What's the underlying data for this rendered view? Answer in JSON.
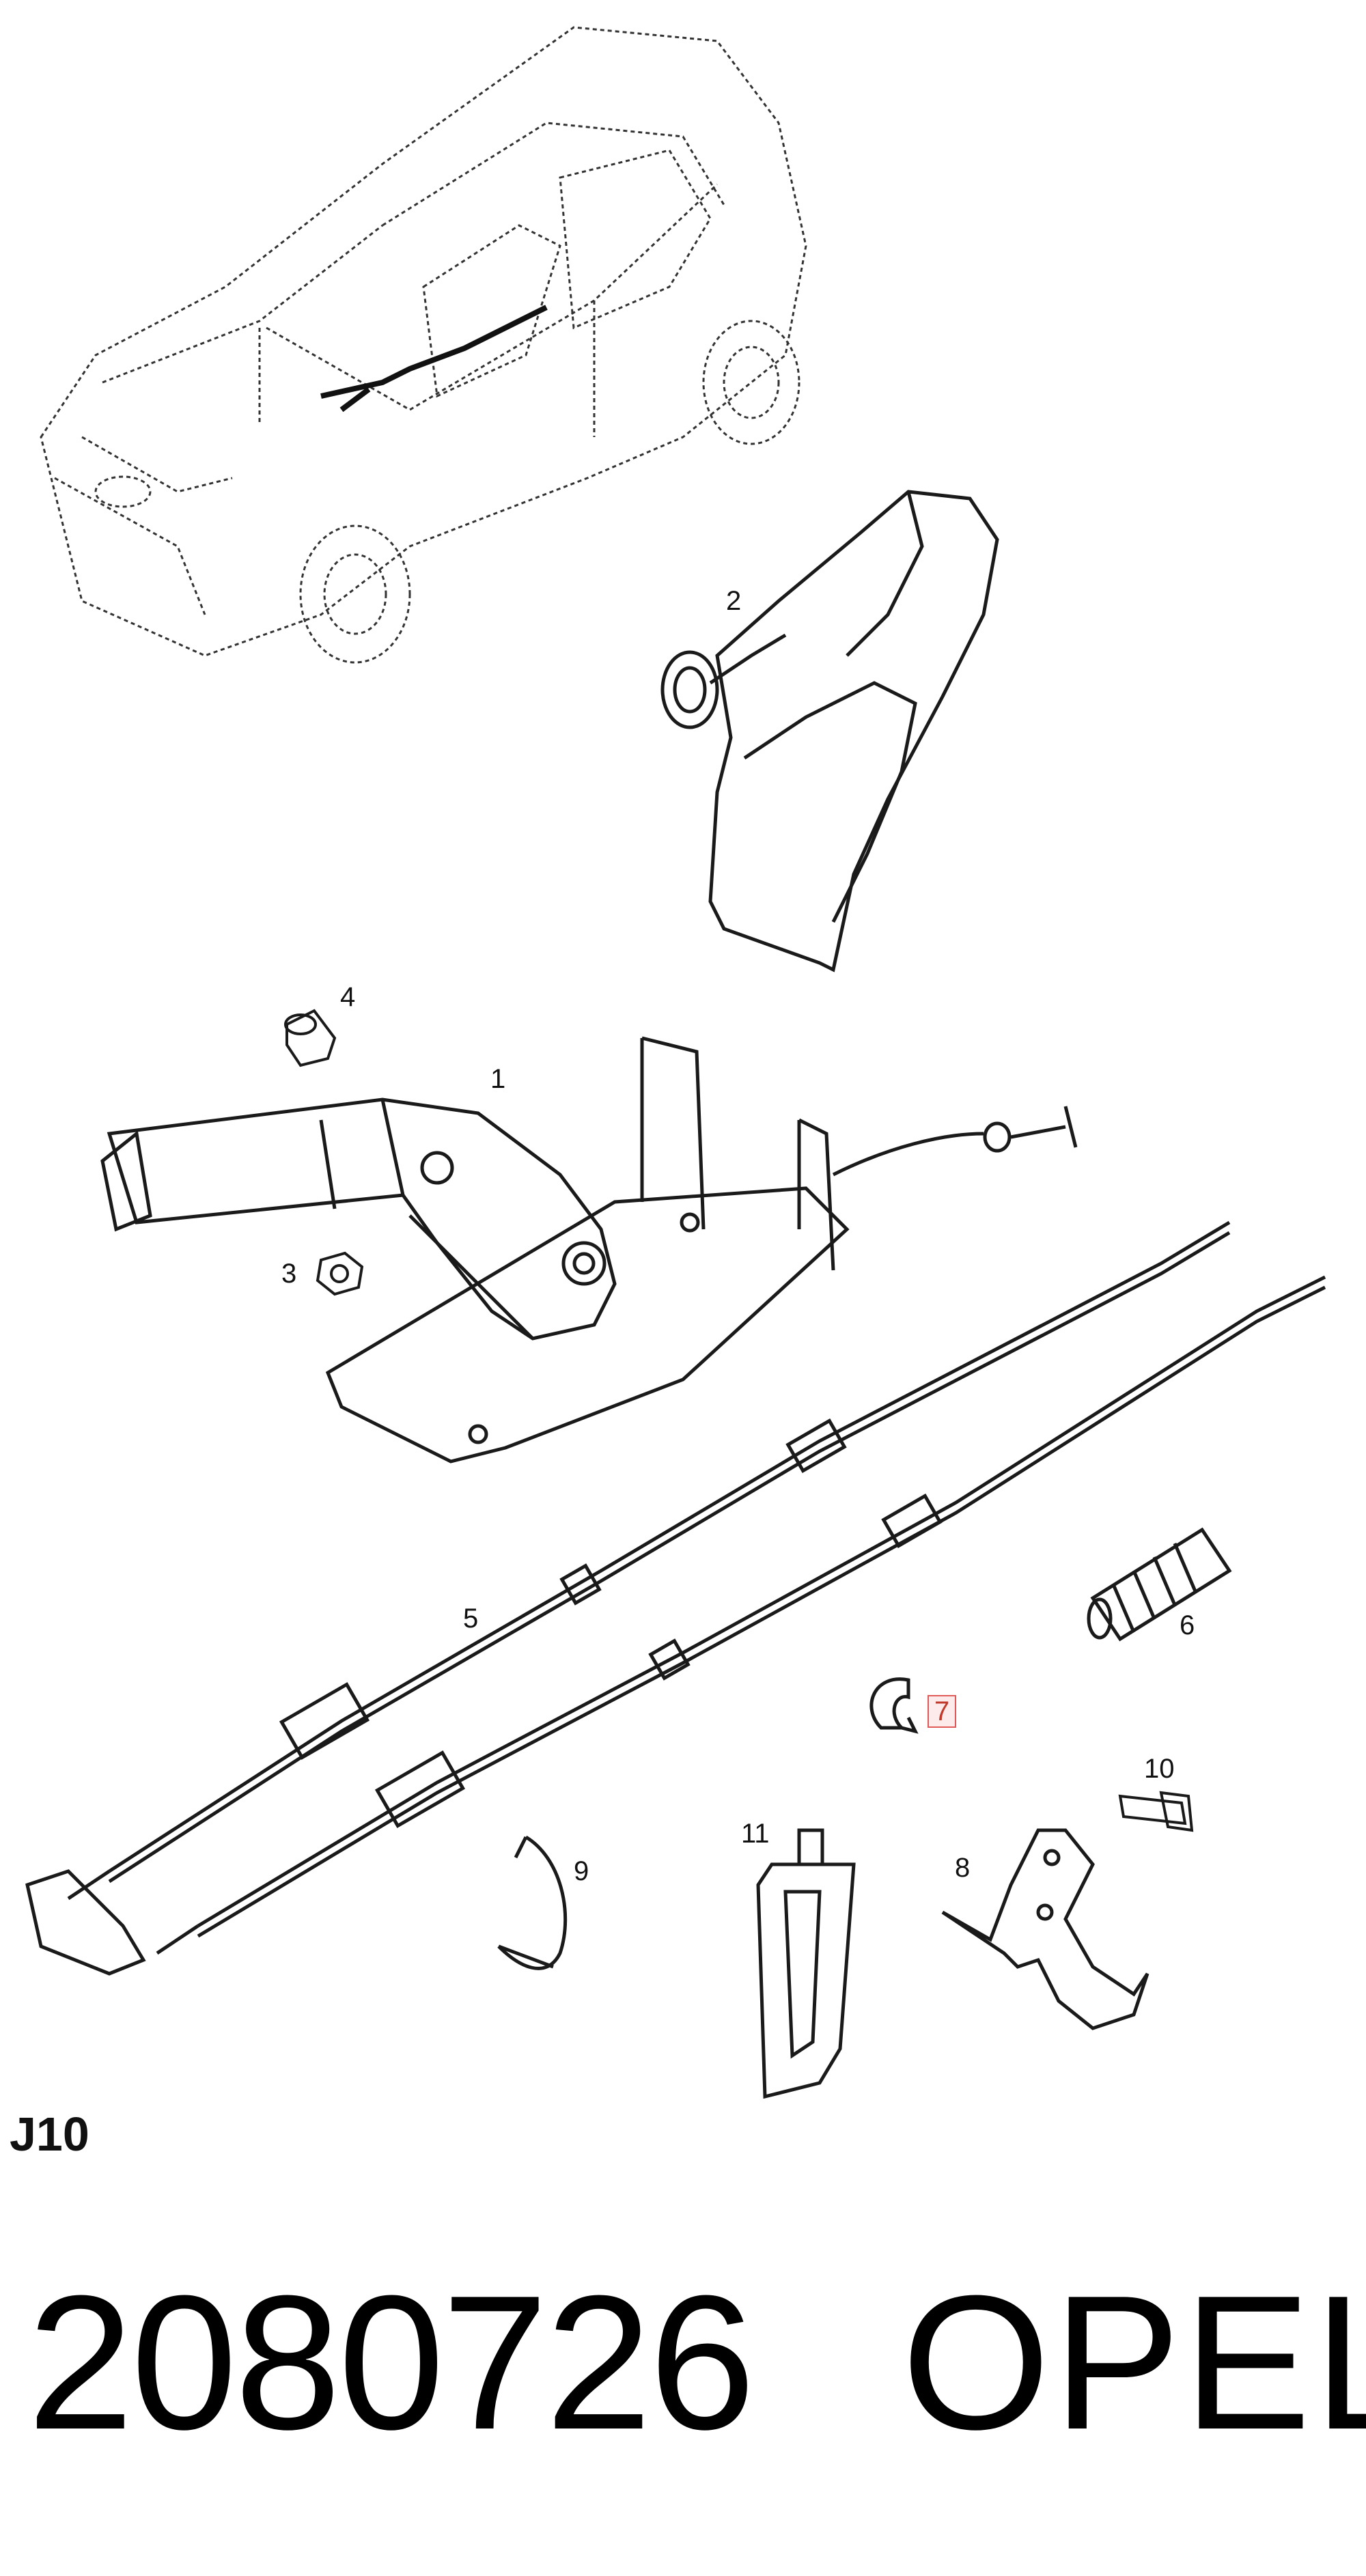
{
  "callouts": {
    "c1": "1",
    "c2": "2",
    "c3": "3",
    "c4": "4",
    "c5": "5",
    "c6": "6",
    "c7": "7",
    "c8": "8",
    "c9": "9",
    "c10": "10",
    "c11": "11"
  },
  "highlighted_callout": "7",
  "diagram_code": "J10",
  "part_number": "2080726",
  "brand": "OPEL",
  "colors": {
    "line": "#1a1a1a",
    "highlight_border": "#e05a5a",
    "highlight_fill": "#fdeaea"
  }
}
